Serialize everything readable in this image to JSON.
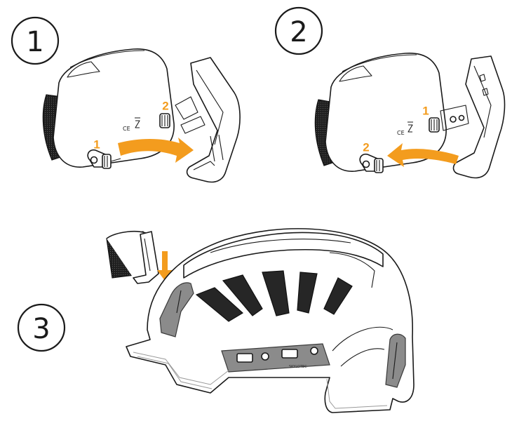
{
  "steps": [
    {
      "number": "1",
      "callouts": [
        "1",
        "2"
      ]
    },
    {
      "number": "2",
      "callouts": [
        "1",
        "2"
      ]
    },
    {
      "number": "3"
    }
  ],
  "helmet_brand_text": "SKYLOTEC",
  "device_marks": "CE",
  "colors": {
    "accent": "#F39C1E",
    "line": "#1a1a1a",
    "pad_grey": "#8b8b8b",
    "dark": "#262626"
  }
}
